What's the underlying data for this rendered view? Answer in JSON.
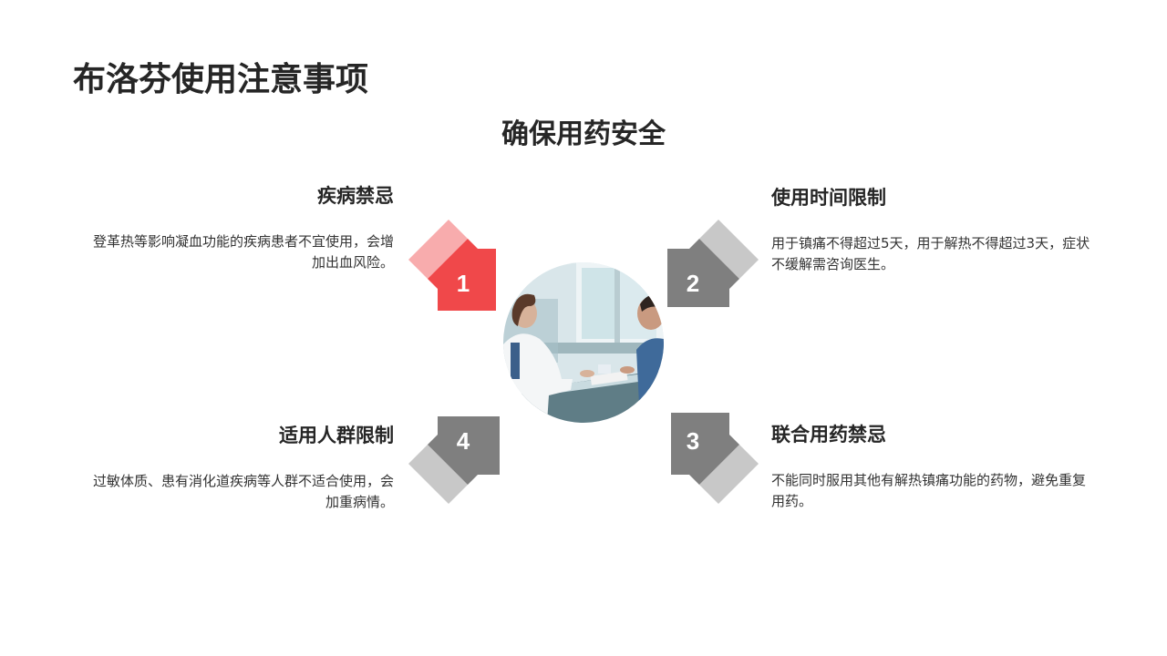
{
  "title": "布洛芬使用注意事项",
  "subtitle": "确保用药安全",
  "items": [
    {
      "number": "1",
      "heading": "疾病禁忌",
      "description": "登革热等影响凝血功能的疾病患者不宜使用，会增加出血风险。",
      "color": "#F0484A"
    },
    {
      "number": "2",
      "heading": "使用时间限制",
      "description": "用于镇痛不得超过5天，用于解热不得超过3天，症状不缓解需咨询医生。",
      "color": "#7F7F7F"
    },
    {
      "number": "3",
      "heading": "联合用药禁忌",
      "description": "不能同时服用其他有解热镇痛功能的药物，避免重复用药。",
      "color": "#7F7F7F"
    },
    {
      "number": "4",
      "heading": "适用人群限制",
      "description": "过敏体质、患有消化道疾病等人群不适合使用，会加重病情。",
      "color": "#7F7F7F"
    }
  ],
  "center_image": {
    "icon": "doctor-patient-consultation-photo"
  }
}
